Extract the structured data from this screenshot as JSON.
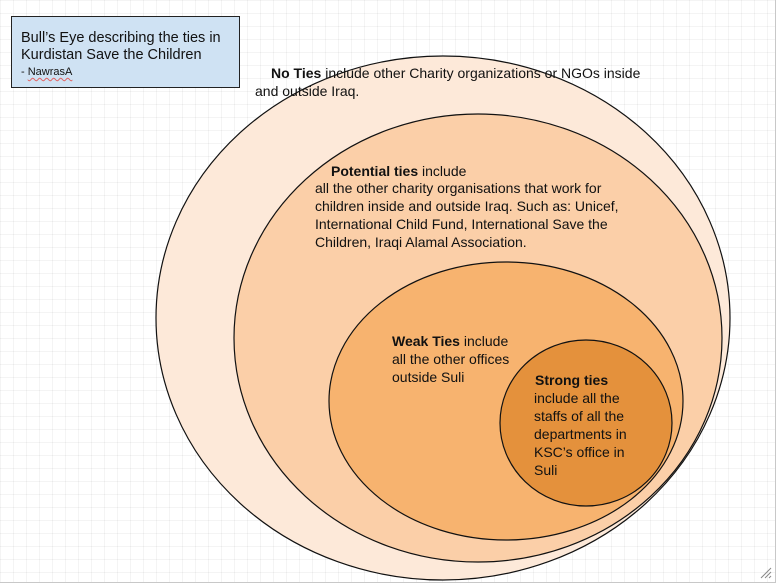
{
  "title": {
    "line1": "Bull’s Eye describing the ties in",
    "line2": "Kurdistan Save the Children",
    "author_prefix": "- ",
    "author": "NawrasA"
  },
  "rings": [
    {
      "id": "no-ties",
      "heading": "No Ties",
      "text": " include other Charity organizations or NGOs inside",
      "line2": "and outside Iraq.",
      "color": "#fde9d9"
    },
    {
      "id": "potential-ties",
      "heading": "Potential ties",
      "text": " include",
      "lines": [
        "all the other charity organisations that work for",
        "children inside and outside Iraq. Such as: Unicef,",
        "International Child Fund, International Save the",
        "Children, Iraqi Alamal Association."
      ],
      "color": "#fbcfa8"
    },
    {
      "id": "weak-ties",
      "heading": "Weak Ties",
      "text": " include",
      "lines": [
        "all the other offices",
        "outside Suli"
      ],
      "color": "#f7b36f"
    },
    {
      "id": "strong-ties",
      "heading": "Strong ties",
      "lines": [
        "include all the",
        "staffs of all the",
        "departments in",
        "KSC’s office in",
        "Suli"
      ],
      "color": "#e4913c"
    }
  ]
}
